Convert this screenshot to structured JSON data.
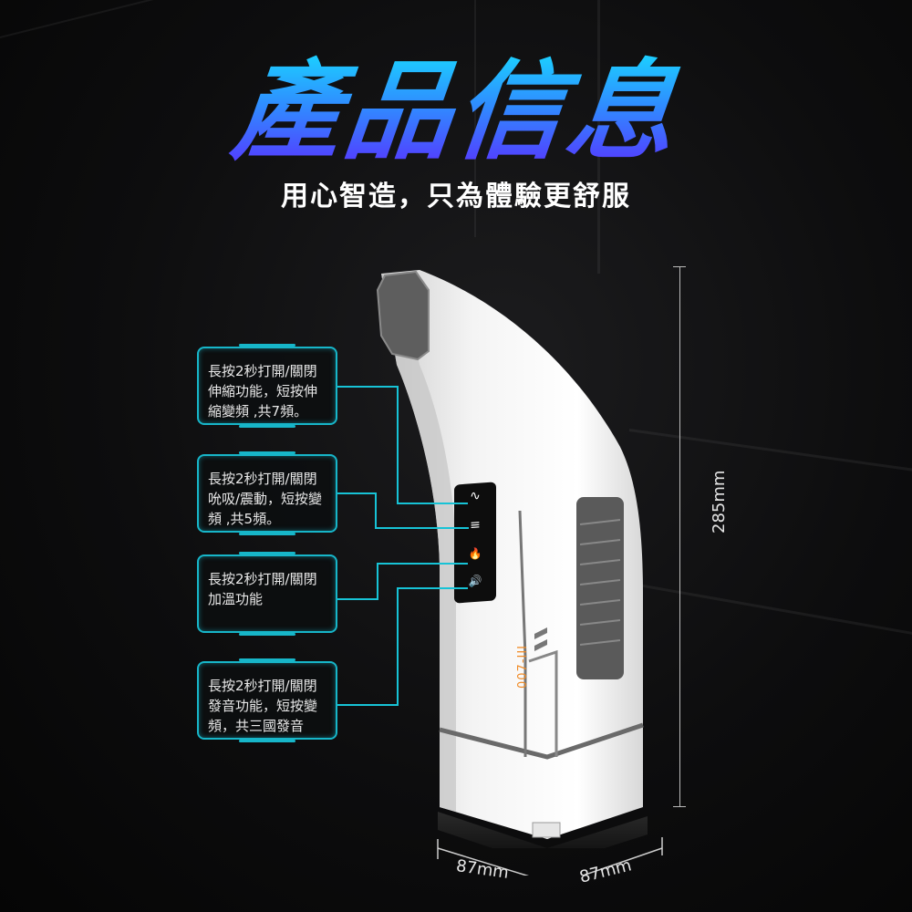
{
  "header": {
    "title": "產品信息",
    "subtitle": "用心智造，只為體驗更舒服"
  },
  "callouts": [
    {
      "id": "telescopic",
      "lines": [
        "長按2秒打開/關閉",
        "伸縮功能，短按伸",
        "縮變頻 ,共7頻。"
      ]
    },
    {
      "id": "suction-vibration",
      "lines": [
        "長按2秒打開/關閉",
        "吮吸/震動，短按變",
        "頻 ,共5頻。"
      ]
    },
    {
      "id": "heating",
      "lines": [
        "長按2秒打開/關閉",
        "加溫功能"
      ]
    },
    {
      "id": "sound",
      "lines": [
        "長按2秒打開/關閉",
        "發音功能，短按變",
        "頻，共三國發音"
      ]
    }
  ],
  "control_panel": {
    "icons": [
      "wave-icon",
      "suction-icon",
      "flame-icon",
      "speaker-icon"
    ],
    "glyphs": [
      "∿",
      "≡",
      "🔥",
      "🔊"
    ]
  },
  "product": {
    "model_label": "007-III",
    "accent_color": "#f08a24"
  },
  "dimensions": {
    "height": "285mm",
    "width_left": "87mm",
    "width_right": "87mm"
  },
  "colors": {
    "callout_border": "#17b6c9",
    "title_gradient_top": "#19d9ff",
    "title_gradient_bottom": "#5a2dff"
  }
}
